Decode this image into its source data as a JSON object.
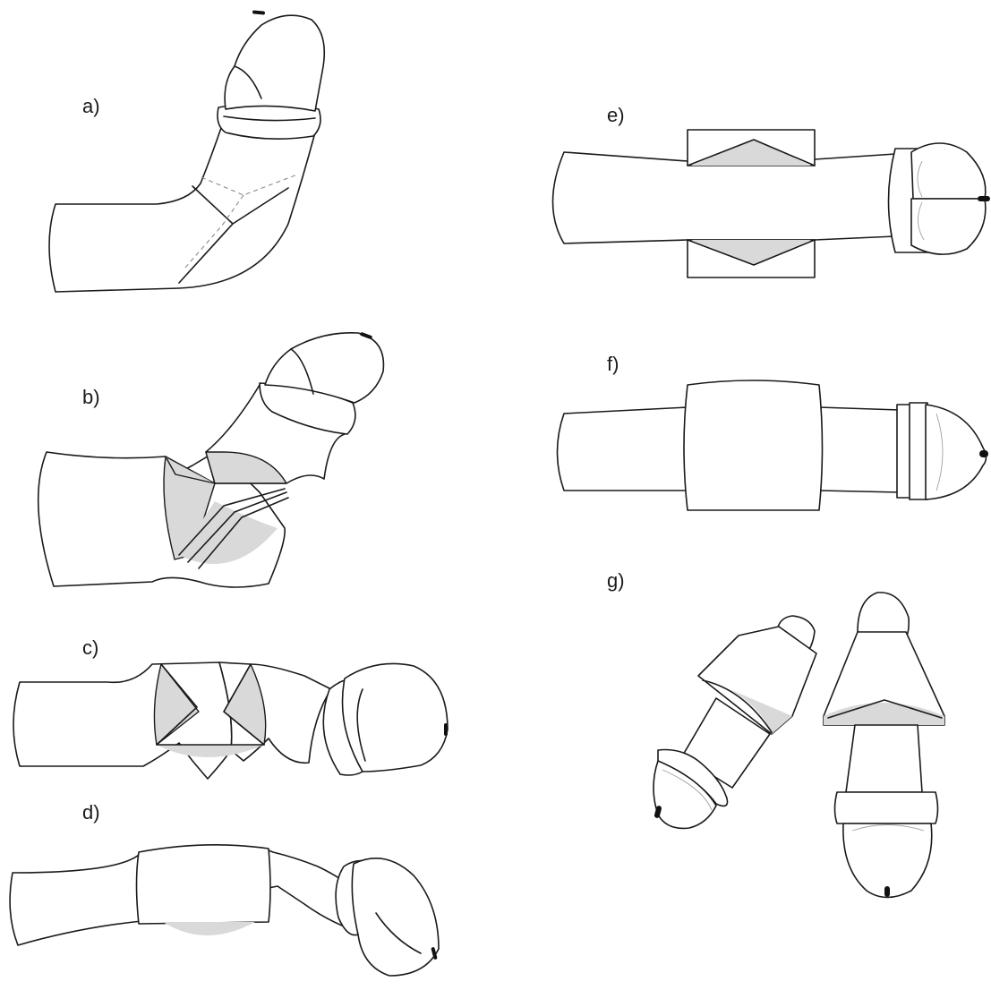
{
  "figure": {
    "panels": [
      {
        "id": "a",
        "label": "a)"
      },
      {
        "id": "b",
        "label": "b)"
      },
      {
        "id": "c",
        "label": "c)"
      },
      {
        "id": "d",
        "label": "d)"
      },
      {
        "id": "e",
        "label": "e)"
      },
      {
        "id": "f",
        "label": "f)"
      },
      {
        "id": "g",
        "label": "g)"
      }
    ],
    "colors": {
      "outline": "#1a1a1a",
      "shade": "#d9d9d9",
      "fill": "#ffffff"
    }
  }
}
